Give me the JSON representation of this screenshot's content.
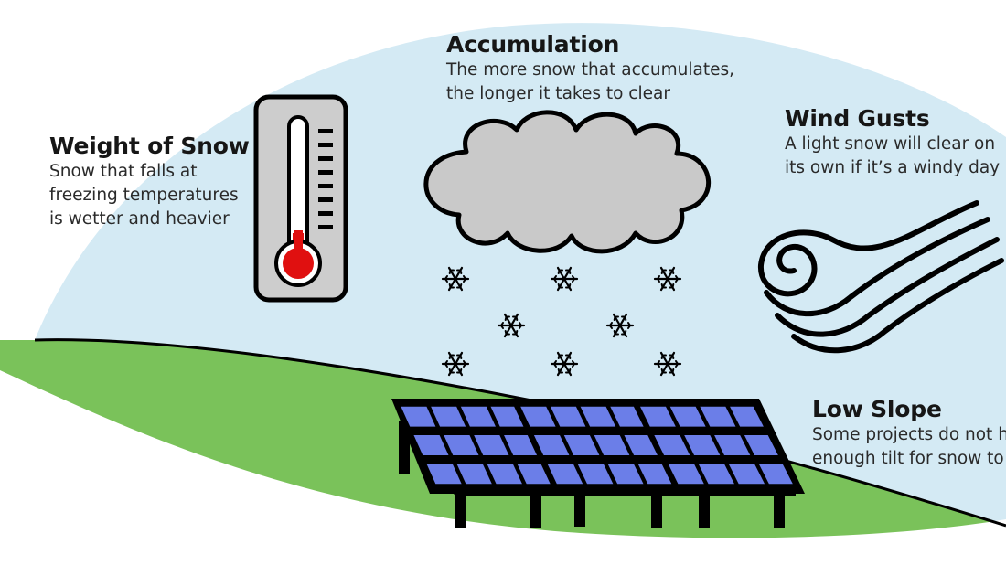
{
  "colors": {
    "sky": "#d4eaf4",
    "grass": "#7ac25a",
    "cloud": "#c9c9c9",
    "thermometer_body": "#cdcdcd",
    "mercury": "#e01010",
    "panel_cell": "#6b7ee8",
    "outline": "#000000"
  },
  "factors": {
    "weight": {
      "title": "Weight of Snow",
      "lines": [
        "Snow that falls at",
        "freezing temperatures",
        "is wetter and heavier"
      ],
      "icon": "thermometer-icon"
    },
    "accumulation": {
      "title": "Accumulation",
      "lines": [
        "The more snow that accumulates,",
        "the longer it takes to clear"
      ],
      "icon": "snow-cloud-icon"
    },
    "wind": {
      "title": "Wind Gusts",
      "lines": [
        "A light snow will clear on",
        "its own if it’s a windy day"
      ],
      "icon": "wind-icon"
    },
    "slope": {
      "title": "Low Slope",
      "lines": [
        "Some projects do not have",
        "enough tilt for snow to slide"
      ],
      "icon": "solar-panel-icon"
    }
  }
}
